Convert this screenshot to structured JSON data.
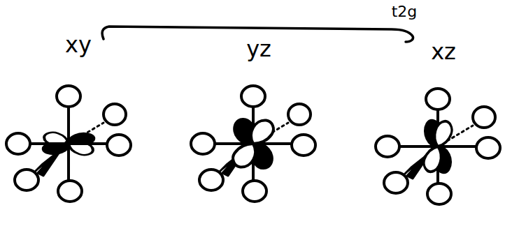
{
  "diagram": {
    "labels": [
      "t2g",
      "xy",
      "yz",
      "xz"
    ]
  }
}
